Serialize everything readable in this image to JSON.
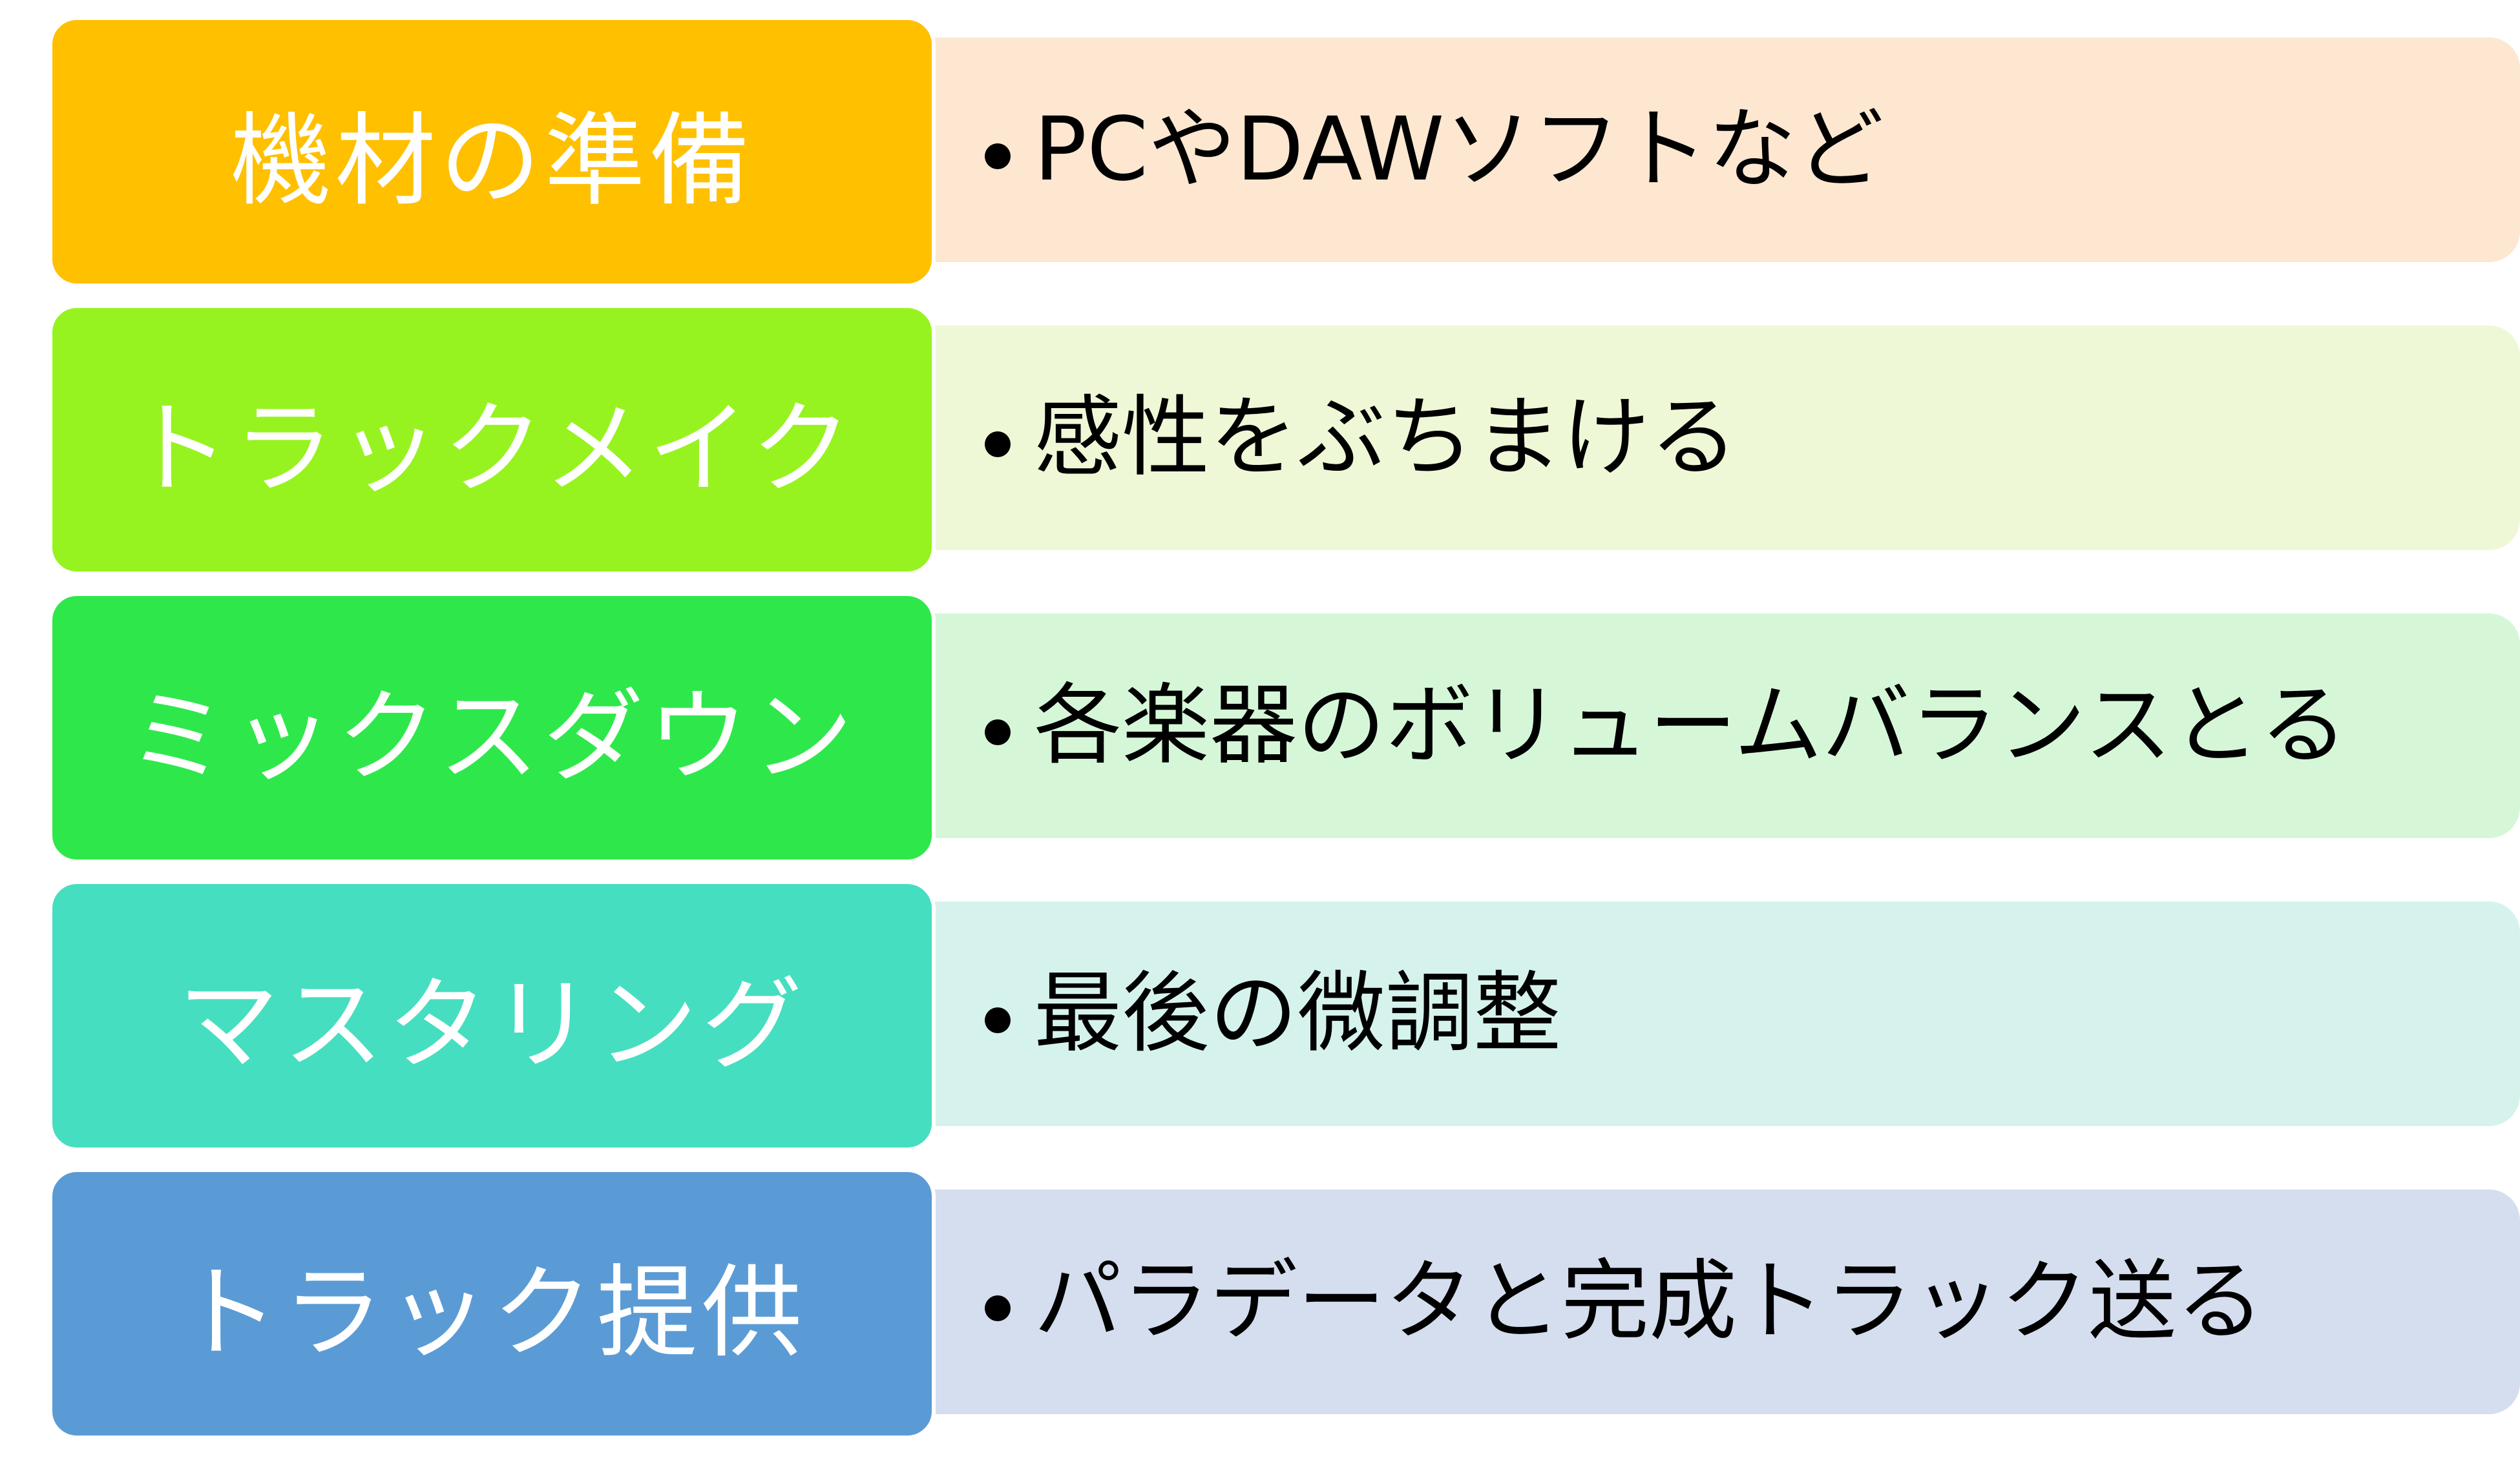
{
  "steps": [
    {
      "label": "機材の準備",
      "description": "PCやDAWソフトなど",
      "color": "#FFC000",
      "description_bg": "#FDE7D1"
    },
    {
      "label": "トラックメイク",
      "description": "感性をぶちまける",
      "color": "#97F31F",
      "description_bg": "#EEF8D6"
    },
    {
      "label": "ミックスダウン",
      "description": "各楽器のボリュームバランスとる",
      "color": "#2EE84B",
      "description_bg": "#D5F7D8"
    },
    {
      "label": "マスタリング",
      "description": "最後の微調整",
      "color": "#46DEC0",
      "description_bg": "#D5F3EC"
    },
    {
      "label": "トラック提供",
      "description": "パラデータと完成トラック送る",
      "color": "#5B9BD5",
      "description_bg": "#D5DEEF"
    }
  ]
}
